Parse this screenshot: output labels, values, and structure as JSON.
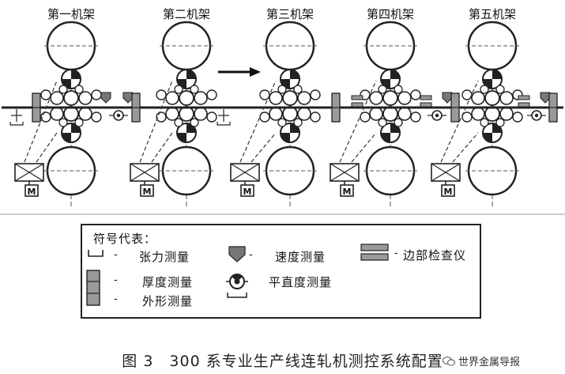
{
  "stands": [
    {
      "label": "第一机架",
      "motor": "M"
    },
    {
      "label": "第二机架",
      "motor": "M"
    },
    {
      "label": "第三机架",
      "motor": "M"
    },
    {
      "label": "第四机架",
      "motor": "M"
    },
    {
      "label": "第五机架",
      "motor": "M"
    }
  ],
  "legend": {
    "title": "符号代表：",
    "tension": "张力测量",
    "speed": "速度测量",
    "edge": "边部检查仪",
    "thickness": "厚度测量",
    "flatness": "平直度测量",
    "profile": "外形测量",
    "dash": "-"
  },
  "caption": "图 3　300 系专业生产线连轧机测控系统配置",
  "watermark": "世界金属导报",
  "colors": {
    "line": "#222222",
    "fill": "#9a9a9a",
    "light": "#d0d0d0"
  }
}
